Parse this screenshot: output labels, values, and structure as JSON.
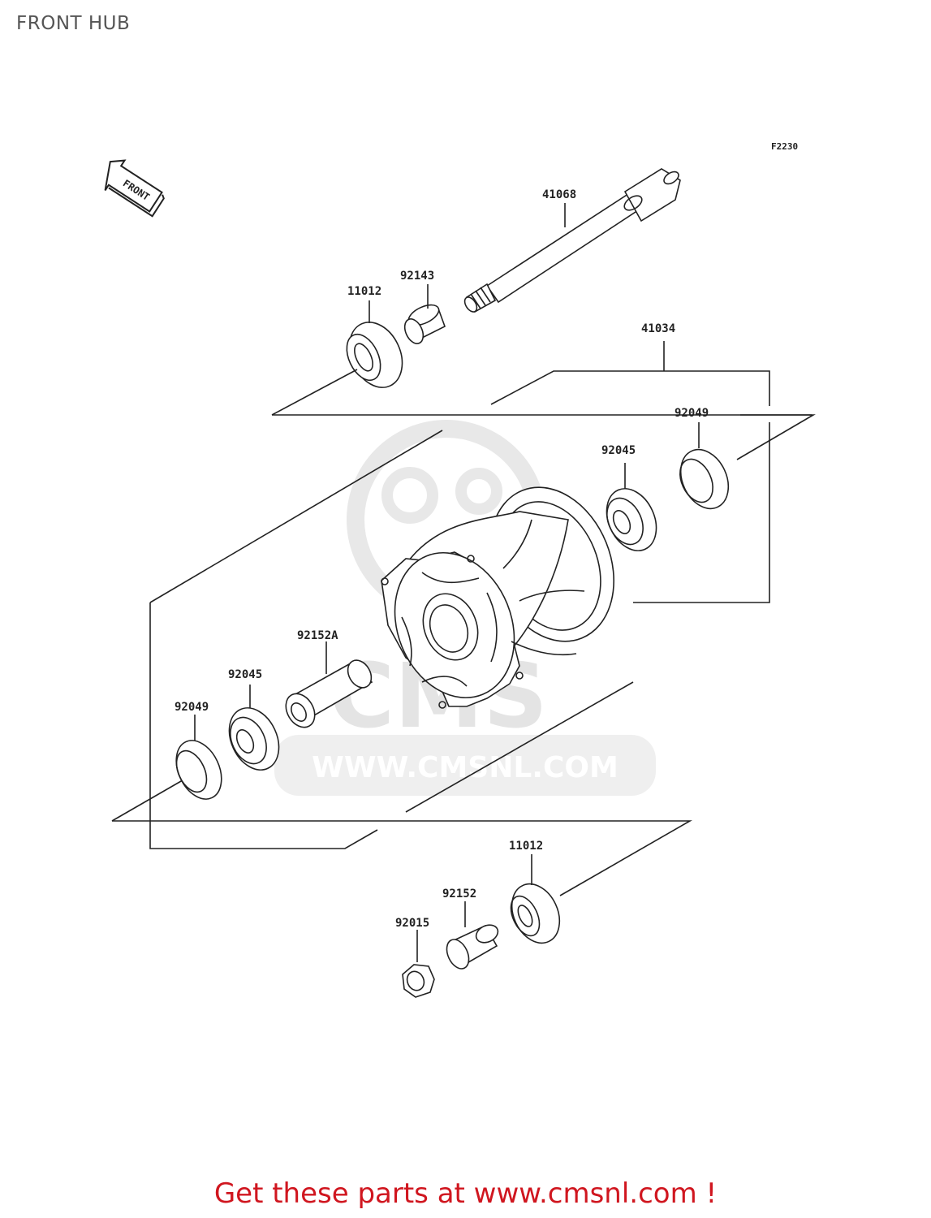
{
  "page": {
    "title": "FRONT HUB"
  },
  "figure_code": "F2230",
  "front_arrow_text": "FRONT",
  "watermark": {
    "brand": "CMS",
    "url": "WWW.CMSNL.COM"
  },
  "parts": [
    {
      "id": "p-41068",
      "label": "41068",
      "name": "axle"
    },
    {
      "id": "p-92143",
      "label": "92143",
      "name": "collar"
    },
    {
      "id": "p-11012-top",
      "label": "11012",
      "name": "oil-seal"
    },
    {
      "id": "p-41034",
      "label": "41034",
      "name": "hub-assembly"
    },
    {
      "id": "p-92049-right",
      "label": "92049",
      "name": "oil-seal"
    },
    {
      "id": "p-92045-right",
      "label": "92045",
      "name": "ball-bearing"
    },
    {
      "id": "p-92152A",
      "label": "92152A",
      "name": "collar"
    },
    {
      "id": "p-92045-left",
      "label": "92045",
      "name": "ball-bearing"
    },
    {
      "id": "p-92049-left",
      "label": "92049",
      "name": "oil-seal"
    },
    {
      "id": "p-11012-bottom",
      "label": "11012",
      "name": "oil-seal"
    },
    {
      "id": "p-92152",
      "label": "92152",
      "name": "collar"
    },
    {
      "id": "p-92015",
      "label": "92015",
      "name": "nut"
    }
  ],
  "footer": {
    "promo_text": "Get these parts at www.cmsnl.com !"
  }
}
